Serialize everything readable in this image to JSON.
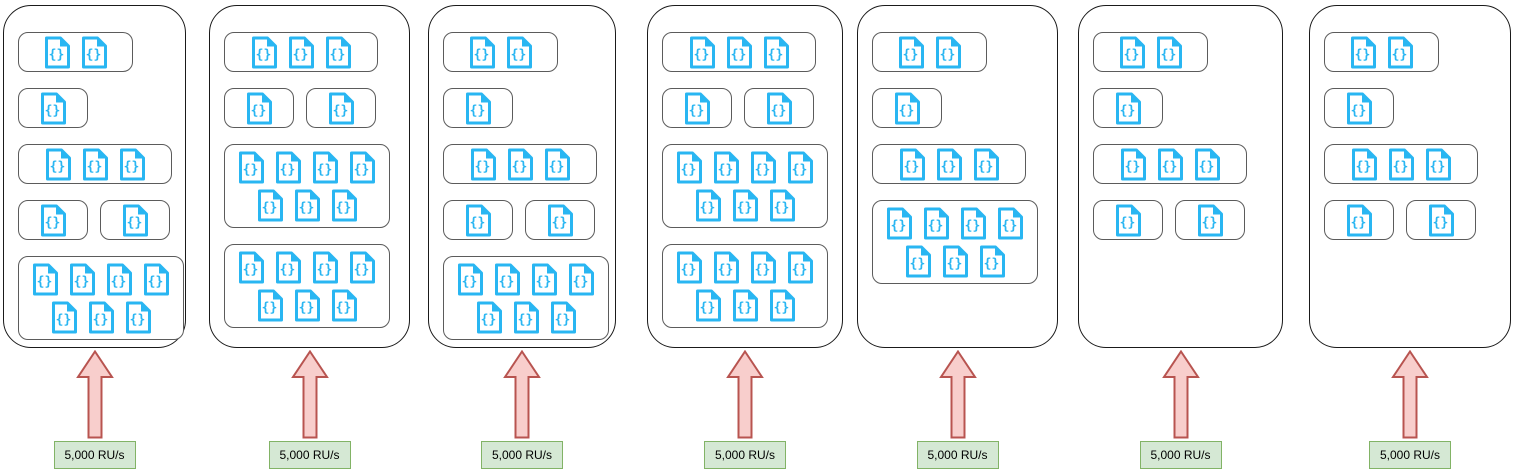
{
  "diagram": {
    "kind": "database-partition-diagram",
    "doc_icon": {
      "glyph": "{}"
    },
    "throughput_label": "5,000 RU/s",
    "colors": {
      "container_stroke": "#1a1a1a",
      "group_stroke": "#5b5b5b",
      "doc_color": "#29b6f2",
      "arrow_fill": "#f8cecc",
      "arrow_stroke": "#b85450",
      "label_fill": "#d5e8d4",
      "label_stroke": "#82b366",
      "label_text": "#000000"
    },
    "partitions": [
      {
        "id": 1,
        "throughput": "5,000 RU/s",
        "rows": [
          [
            2
          ],
          [
            1
          ],
          [
            3
          ],
          [
            1,
            1
          ],
          [
            7
          ]
        ]
      },
      {
        "id": 2,
        "throughput": "5,000 RU/s",
        "rows": [
          [
            3
          ],
          [
            1,
            1
          ],
          [
            7
          ],
          [
            7
          ]
        ]
      },
      {
        "id": 3,
        "throughput": "5,000 RU/s",
        "rows": [
          [
            2
          ],
          [
            1
          ],
          [
            3
          ],
          [
            1,
            1
          ],
          [
            7
          ]
        ]
      },
      {
        "id": 4,
        "throughput": "5,000 RU/s",
        "rows": [
          [
            3
          ],
          [
            1,
            1
          ],
          [
            7
          ],
          [
            7
          ]
        ]
      },
      {
        "id": 5,
        "throughput": "5,000 RU/s",
        "rows": [
          [
            2
          ],
          [
            1
          ],
          [
            3
          ],
          [
            7
          ]
        ]
      },
      {
        "id": 6,
        "throughput": "5,000 RU/s",
        "rows": [
          [
            2
          ],
          [
            1
          ],
          [
            3
          ],
          [
            1,
            1
          ]
        ]
      },
      {
        "id": 7,
        "throughput": "5,000 RU/s",
        "rows": [
          [
            2
          ],
          [
            1
          ],
          [
            3
          ],
          [
            1,
            1
          ]
        ]
      }
    ]
  }
}
